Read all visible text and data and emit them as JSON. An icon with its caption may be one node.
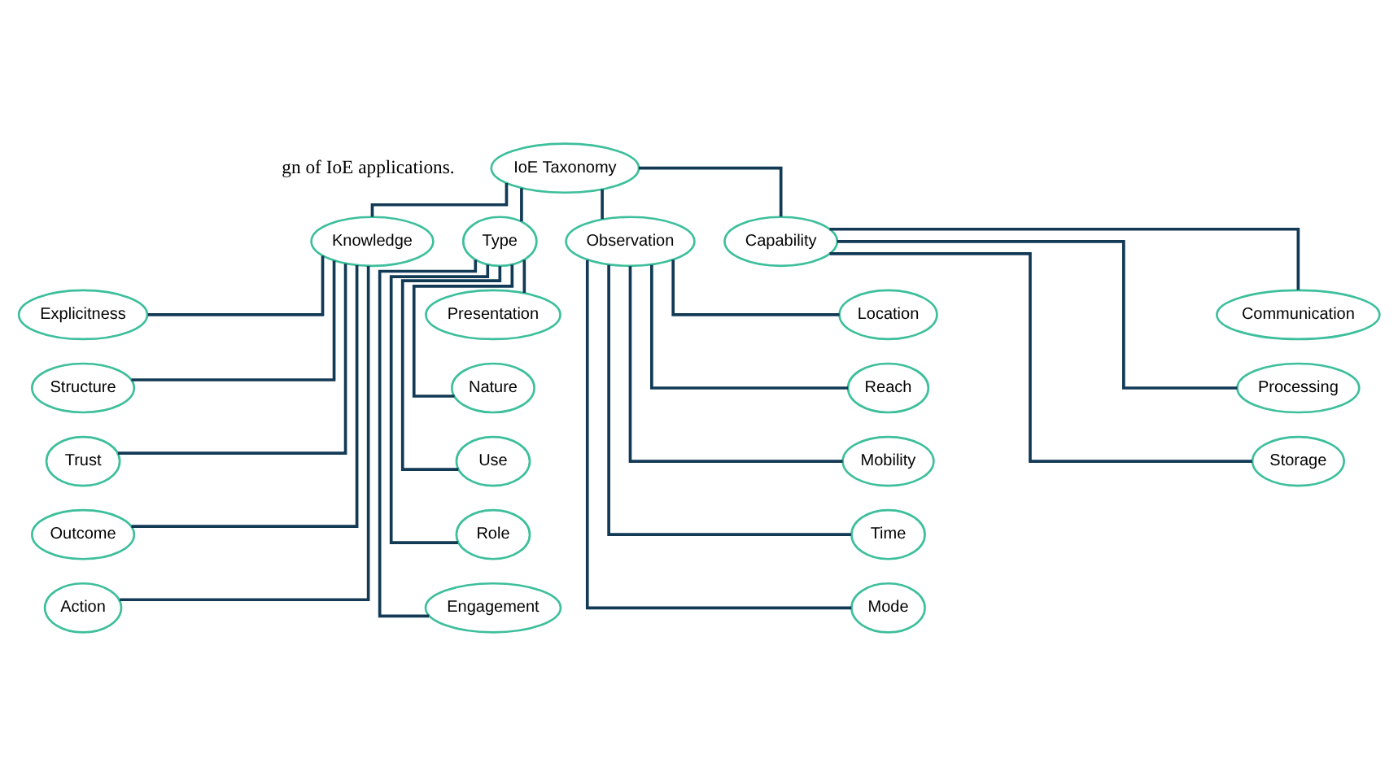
{
  "diagram": {
    "nodes": [
      {
        "text": [
          "IoE Taxonomy"
        ]
      },
      {
        "text": [
          "Knowledge"
        ]
      },
      {
        "text": [
          "Type"
        ]
      },
      {
        "text": [
          "Observation"
        ]
      },
      {
        "text": [
          "Capability"
        ]
      },
      {
        "text": [
          "Explicitness"
        ]
      },
      {
        "text": [
          "Structure"
        ]
      },
      {
        "text": [
          "Trust"
        ]
      },
      {
        "text": [
          "Outcome"
        ]
      },
      {
        "text": [
          "Action"
        ]
      },
      {
        "text": [
          "Presentation"
        ]
      },
      {
        "text": [
          "Nature"
        ]
      },
      {
        "text": [
          "Use"
        ]
      },
      {
        "text": [
          "Role"
        ]
      },
      {
        "text": [
          "Engagement"
        ]
      },
      {
        "text": [
          "Location"
        ]
      },
      {
        "text": [
          "Reach"
        ]
      },
      {
        "text": [
          "Mobility"
        ]
      },
      {
        "text": [
          "Time"
        ]
      },
      {
        "text": [
          "Mode"
        ]
      },
      {
        "text": [
          "Communication"
        ]
      },
      {
        "text": [
          "Processing"
        ]
      },
      {
        "text": [
          "Storage"
        ]
      }
    ],
    "edges": [
      {
        "from": 0,
        "to": 1,
        "arrow": "none"
      },
      {
        "from": 0,
        "to": 2,
        "arrow": "none"
      },
      {
        "from": 0,
        "to": 3,
        "arrow": "none"
      },
      {
        "from": 0,
        "to": 4,
        "arrow": "none"
      },
      {
        "from": 1,
        "to": 5,
        "arrow": "none"
      },
      {
        "from": 1,
        "to": 6,
        "arrow": "none"
      },
      {
        "from": 1,
        "to": 7,
        "arrow": "none"
      },
      {
        "from": 1,
        "to": 8,
        "arrow": "none"
      },
      {
        "from": 1,
        "to": 9,
        "arrow": "none"
      },
      {
        "from": 2,
        "to": 10,
        "arrow": "none"
      },
      {
        "from": 2,
        "to": 11,
        "arrow": "none"
      },
      {
        "from": 2,
        "to": 12,
        "arrow": "none"
      },
      {
        "from": 2,
        "to": 13,
        "arrow": "none"
      },
      {
        "from": 2,
        "to": 14,
        "arrow": "none"
      },
      {
        "from": 3,
        "to": 15,
        "arrow": "none"
      },
      {
        "from": 3,
        "to": 16,
        "arrow": "none"
      },
      {
        "from": 3,
        "to": 17,
        "arrow": "none"
      },
      {
        "from": 3,
        "to": 18,
        "arrow": "none"
      },
      {
        "from": 3,
        "to": 19,
        "arrow": "none"
      },
      {
        "from": 4,
        "to": 20,
        "arrow": "none"
      },
      {
        "from": 4,
        "to": 21,
        "arrow": "none"
      },
      {
        "from": 4,
        "to": 22,
        "arrow": "none"
      }
    ],
    "labels": [
      "gn of IoE applications."
    ]
  }
}
